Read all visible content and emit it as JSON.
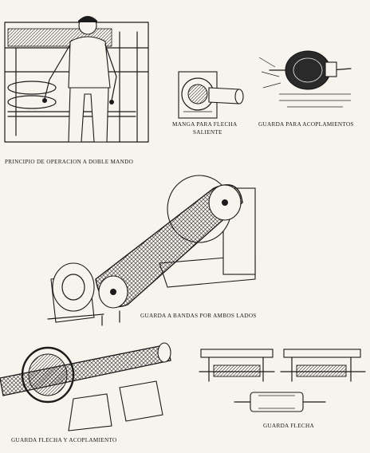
{
  "captions": {
    "double_control": "PRINCIPIO DE OPERACION A DOBLE MANDO",
    "shaft_sleeve_line1": "MANGA PARA FLECHA",
    "shaft_sleeve_line2": "SALIENTE",
    "coupling_guard": "GUARDA PARA ACOPLAMIENTOS",
    "belt_guard": "GUARDA A BANDAS POR AMBOS LADOS",
    "shaft_coupling_guard": "GUARDA FLECHA Y ACOPLAMIENTO",
    "shaft_guard": "GUARDA FLECHA"
  }
}
